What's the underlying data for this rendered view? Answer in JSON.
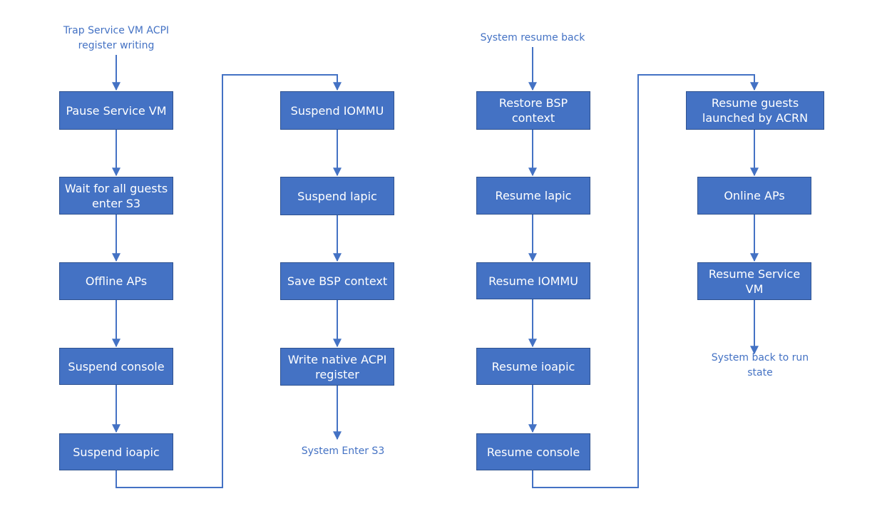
{
  "colors": {
    "box_fill": "#4472c4",
    "box_text": "#ffffff",
    "line": "#4472c4",
    "label_text": "#4472c4"
  },
  "suspend_flow": {
    "start_label": "Trap Service VM ACPI\nregister writing",
    "steps": [
      "Pause Service VM",
      "Wait for all guests\nenter S3",
      "Offline APs",
      "Suspend console",
      "Suspend ioapic",
      "Suspend IOMMU",
      "Suspend lapic",
      "Save BSP context",
      "Write native ACPI\nregister"
    ],
    "end_label": "System Enter S3"
  },
  "resume_flow": {
    "start_label": "System resume back",
    "steps": [
      "Restore BSP\ncontext",
      "Resume lapic",
      "Resume IOMMU",
      "Resume ioapic",
      "Resume console",
      "Resume guests\nlaunched by ACRN",
      "Online APs",
      "Resume Service\nVM"
    ],
    "end_label": "System back to run\nstate"
  }
}
